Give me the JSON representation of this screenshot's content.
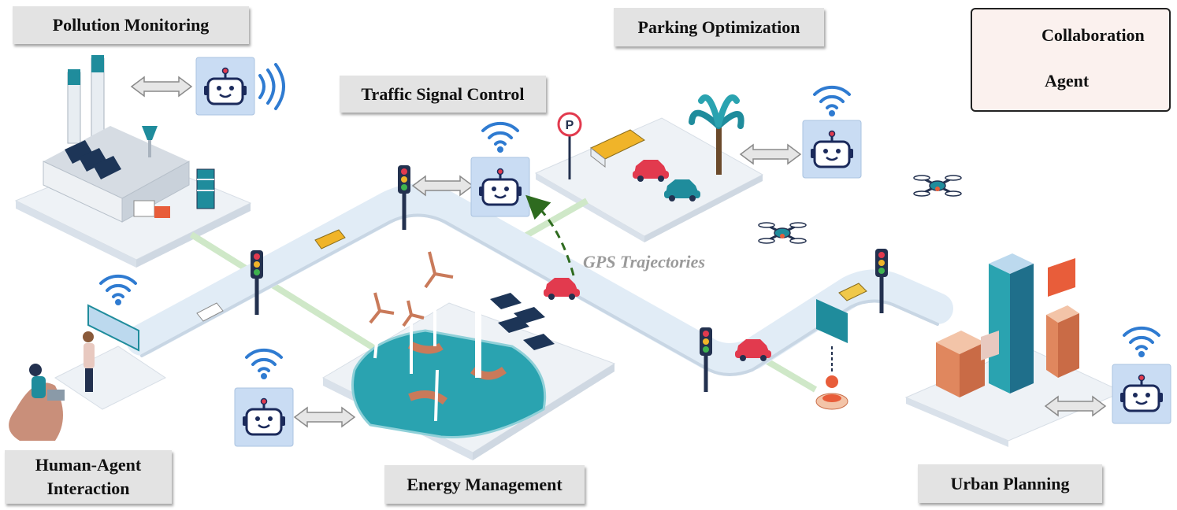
{
  "labels": {
    "pollution_monitoring": "Pollution Monitoring",
    "parking_optimization": "Parking Optimization",
    "traffic_signal_control": "Traffic Signal Control",
    "human_agent_interaction_line1": "Human-Agent",
    "human_agent_interaction_line2": "Interaction",
    "energy_management": "Energy Management",
    "urban_planning": "Urban Planning"
  },
  "legend": {
    "collaboration": "Collaboration",
    "agent": "Agent"
  },
  "annotation": {
    "gps_trajectories": "GPS Trajectories"
  },
  "colors": {
    "agent_box": "#c9dcf3",
    "agent_outline": "#1b2a5b",
    "wifi": "#2f7bd1",
    "road": "#e1ecf6",
    "platform": "#eef2f6",
    "green_path": "#cfe8c8",
    "gps_arrow": "#2e6b1f",
    "label_bg": "#e3e3e3",
    "legend_bg": "#fbf1ee",
    "water": "#2aa3b0",
    "car_red": "#e23a4e",
    "car_teal": "#1f8c9c"
  }
}
